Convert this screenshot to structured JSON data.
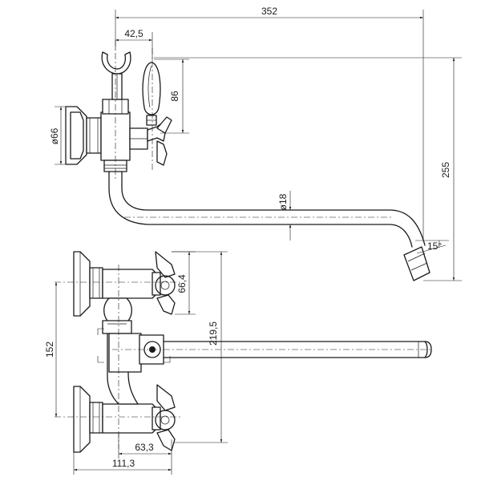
{
  "dimensions": {
    "d352": "352",
    "d42_5": "42,5",
    "d86": "86",
    "d66": "ø66",
    "d18": "ø18",
    "d255": "255",
    "angle15": "15°",
    "d66_4": "66,4",
    "d219_5": "219,5",
    "d152": "152",
    "d63_3": "63,3",
    "d111_3": "111,3"
  },
  "colors": {
    "line": "#1a1a1a",
    "background": "#ffffff"
  }
}
